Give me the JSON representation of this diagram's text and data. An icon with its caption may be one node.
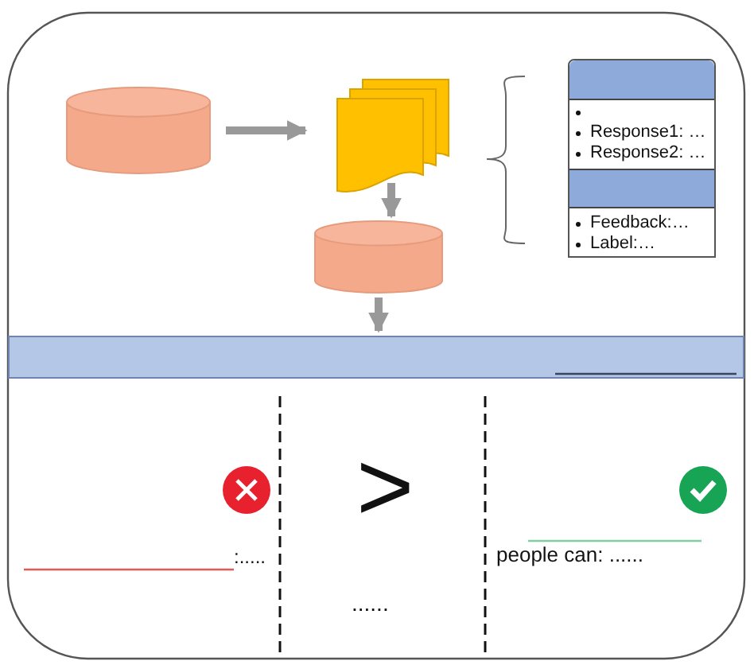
{
  "diagram": {
    "nodes": [
      {
        "text": [],
        "shape": "cylinder"
      },
      {
        "text": [],
        "shape": "document"
      },
      {
        "text": [],
        "shape": "cylinder"
      },
      {
        "text": [],
        "shape": "bar"
      },
      {
        "text": [
          "Response1: …",
          "Response2: …",
          "Feedback:…",
          "Label:…"
        ]
      }
    ],
    "edges": [
      {
        "from": 0,
        "to": 1,
        "arrow": "to"
      },
      {
        "from": 1,
        "to": 2,
        "arrow": "to"
      },
      {
        "from": 2,
        "to": 3,
        "arrow": "to"
      }
    ],
    "labels": [
      ">",
      ":.....",
      "people can: ......",
      "......"
    ]
  }
}
